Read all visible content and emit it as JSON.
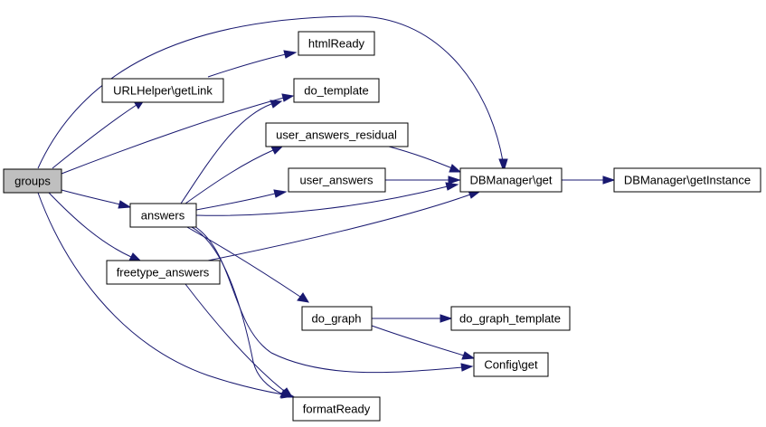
{
  "diagram": {
    "nodes": {
      "groups": {
        "label": "groups"
      },
      "urlhelper_getlink": {
        "label": "URLHelper\\getLink"
      },
      "htmlready": {
        "label": "htmlReady"
      },
      "do_template": {
        "label": "do_template"
      },
      "user_answers_residual": {
        "label": "user_answers_residual"
      },
      "user_answers": {
        "label": "user_answers"
      },
      "answers": {
        "label": "answers"
      },
      "freetype_answers": {
        "label": "freetype_answers"
      },
      "dbmanager_get": {
        "label": "DBManager\\get"
      },
      "dbmanager_getinstance": {
        "label": "DBManager\\getInstance"
      },
      "do_graph": {
        "label": "do_graph"
      },
      "do_graph_template": {
        "label": "do_graph_template"
      },
      "config_get": {
        "label": "Config\\get"
      },
      "formatready": {
        "label": "formatReady"
      }
    },
    "colors": {
      "edge": "#191970",
      "current_node_fill": "#bfbfbf",
      "node_fill": "#ffffff",
      "node_border": "#000000"
    }
  }
}
